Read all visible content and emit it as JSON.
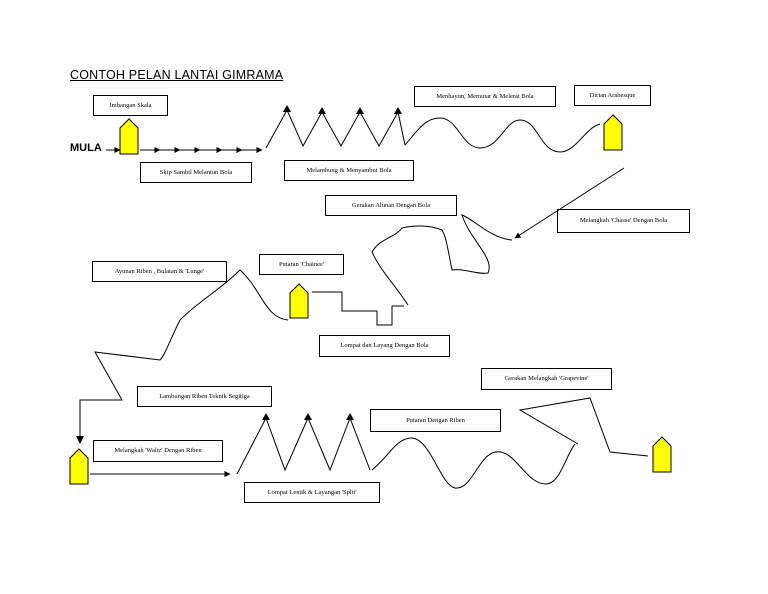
{
  "title": "CONTOH PELAN LANTAI GIMRAMA",
  "start_label": "MULA",
  "labels": {
    "imbangan_skala": "Imbangan Skala",
    "skip_sambil": "Skip Sambil Melantun Bola",
    "melambung": "Melambung & Menyambut Bola",
    "menghayun": "Menhayun, Memutar & Melerat Bola",
    "dirian": "Dirian Arabesque",
    "gerakan_alunan": "Gerakan Alunan Dengan Bola",
    "melangkah_chasse": "Melangkah 'Chasse' Dengan Bola",
    "ayunan_riben": "Ayunan Riben , Bulatan & 'Lunge'",
    "putaran_chainee": "Putaran 'Chainee'",
    "lompat_layang": "Lompat dan Layang Dengan Bola",
    "lambungan_riben": "Lambungan Riben Teknik Segitiga",
    "melangkah_waltz": "Melangkah 'Waltz' Dengan Riben",
    "lompat_lentik": "Lompat Lentik & Layangan 'Split'",
    "putaran_riben": "Putaran Dengan Riben",
    "gerakan_grapevine": "Gerakan Melangkah 'Grapevine'"
  }
}
